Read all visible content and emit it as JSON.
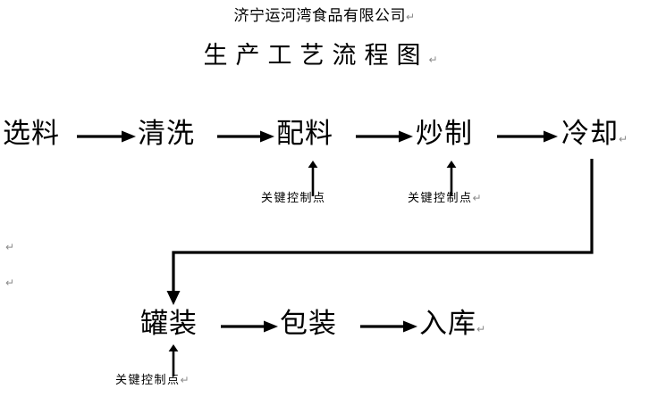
{
  "document": {
    "company_name": "济宁运河湾食品有限公司",
    "title": "生产工艺流程图",
    "pilcrow": "↵"
  },
  "flow": {
    "row1": [
      {
        "id": "node-xuanliao",
        "label": "选料"
      },
      {
        "id": "node-qingxi",
        "label": "清洗"
      },
      {
        "id": "node-peiliao",
        "label": "配料"
      },
      {
        "id": "node-chaozhi",
        "label": "炒制"
      },
      {
        "id": "node-lengque",
        "label": "冷却"
      }
    ],
    "row2": [
      {
        "id": "node-guanzhuang",
        "label": "罐装"
      },
      {
        "id": "node-baozhuang",
        "label": "包装"
      },
      {
        "id": "node-ruku",
        "label": "入库"
      }
    ],
    "critical_control_points": [
      {
        "id": "ccp-peiliao",
        "label": "关键控制点",
        "attaches_to": "配料"
      },
      {
        "id": "ccp-chaozhi",
        "label": "关键控制点",
        "attaches_to": "炒制"
      },
      {
        "id": "ccp-guanzhuang",
        "label": "关键控制点",
        "attaches_to": "罐装"
      }
    ]
  },
  "colors": {
    "background": "#ffffff",
    "ink": "#000000",
    "pilcrow": "#8a8a8a"
  }
}
